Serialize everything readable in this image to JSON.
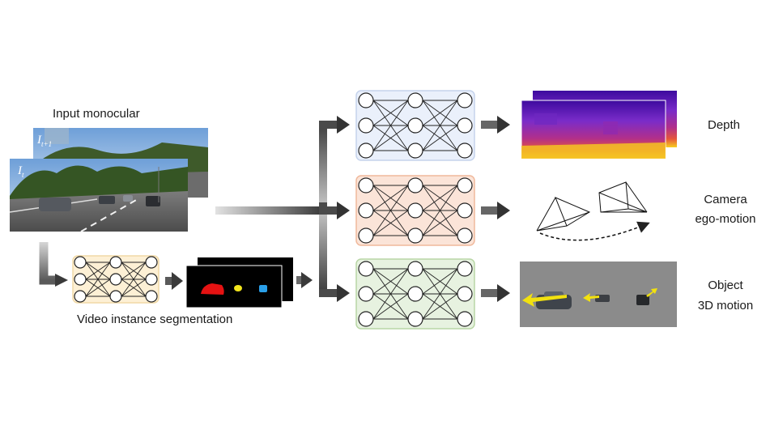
{
  "labels": {
    "input": "Input monocular",
    "video_seg": "Video instance segmentation",
    "depth": "Depth",
    "camera_line1": "Camera",
    "camera_line2": "ego-motion",
    "object_line1": "Object",
    "object_line2": "3D motion"
  },
  "frames": {
    "back": {
      "symbol": "I",
      "subscript": "t+1"
    },
    "front": {
      "symbol": "I",
      "subscript": "t"
    }
  },
  "networks": {
    "segmentation": {
      "fill": "#fdf0d5",
      "stroke": "#f1d9a6"
    },
    "depth": {
      "fill": "#eaf0fb",
      "stroke": "#c5d3ec"
    },
    "camera": {
      "fill": "#fbe4d8",
      "stroke": "#f0b99c"
    },
    "object": {
      "fill": "#e7f2e0",
      "stroke": "#b8d6a5"
    },
    "layers": 3,
    "nodes_per_layer": 3
  },
  "colors": {
    "node_fill": "#ffffff",
    "node_stroke": "#222222",
    "edge": "#222222",
    "arrow": "#4a4a4a",
    "mask_car": "#e51212",
    "mask_second": "#f2e51d",
    "mask_third": "#2a9fe8",
    "depth_top": "#5a0f9c",
    "depth_bottom": "#f6d21e",
    "object_motion_bg": "#8b8b8b",
    "motion_arrow": "#f2e10f"
  }
}
